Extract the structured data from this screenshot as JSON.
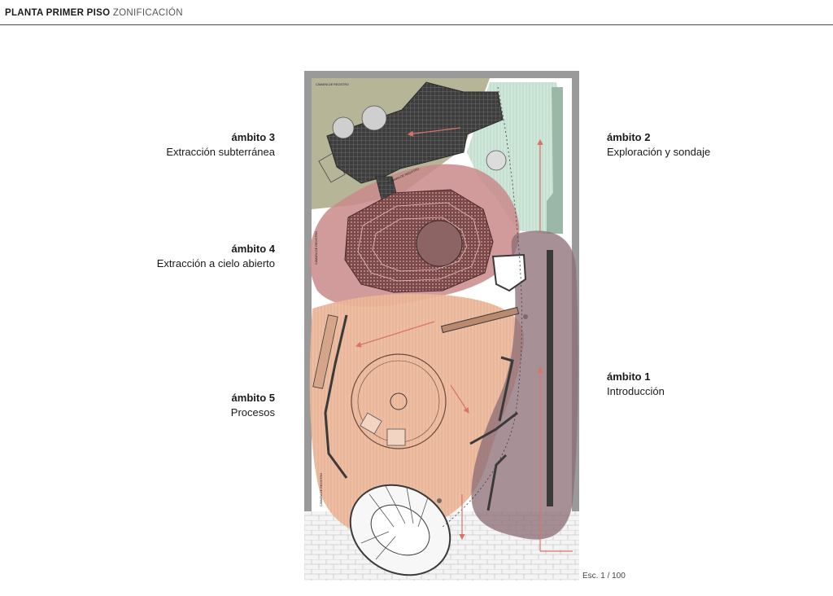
{
  "header": {
    "title_bold": "PLANTA PRIMER PISO",
    "title_light": "ZONIFICACIÓN"
  },
  "zones": {
    "z3": {
      "title": "ámbito 3",
      "desc": "Extracción subterránea"
    },
    "z4": {
      "title": "ámbito 4",
      "desc": "Extracción a cielo abierto"
    },
    "z5": {
      "title": "ámbito 5",
      "desc": "Procesos"
    },
    "z2": {
      "title": "ámbito 2",
      "desc": "Exploración y sondaje"
    },
    "z1": {
      "title": "ámbito 1",
      "desc": "Introducción"
    }
  },
  "plan_labels": {
    "camara_1": "CÁMARA DE REGISTRO",
    "camara_2": "CÁMARA DE REGISTRO",
    "camara_3": "CÁMARA DE REGISTRO",
    "camara_4": "CÁMARA DE REGISTRO"
  },
  "scale": "Esc. 1 / 100",
  "colors": {
    "zone1": "#8a6c74",
    "zone2": "#cfe6d9",
    "zone3": "#b7b598",
    "zone4": "#c98a8a",
    "zone5": "#eeb99a",
    "arrow": "#d9736a",
    "wall": "#3a3a3a"
  }
}
